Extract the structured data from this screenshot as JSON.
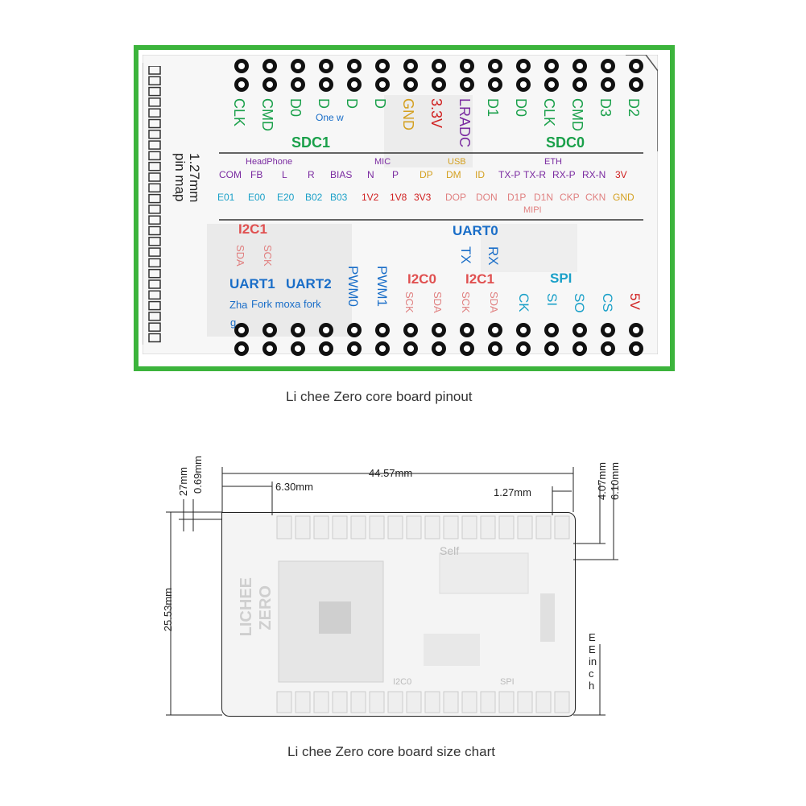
{
  "pinout": {
    "pin_map_label": "1.27mm\npin map",
    "top_pins": [
      {
        "label": "CLK",
        "color": "#1aa04a"
      },
      {
        "label": "CMD",
        "color": "#1aa04a"
      },
      {
        "label": "D0",
        "color": "#1aa04a"
      },
      {
        "label": "D",
        "color": "#1aa04a"
      },
      {
        "label": "D",
        "color": "#1aa04a"
      },
      {
        "label": "D",
        "color": "#1aa04a"
      },
      {
        "label": "GND",
        "color": "#d4a020"
      },
      {
        "label": "3.3V",
        "color": "#d02020"
      },
      {
        "label": "LRADC",
        "color": "#7a2aa0"
      },
      {
        "label": "D1",
        "color": "#1aa04a"
      },
      {
        "label": "D0",
        "color": "#1aa04a"
      },
      {
        "label": "CLK",
        "color": "#1aa04a"
      },
      {
        "label": "CMD",
        "color": "#1aa04a"
      },
      {
        "label": "D3",
        "color": "#1aa04a"
      },
      {
        "label": "D2",
        "color": "#1aa04a"
      }
    ],
    "one_w": "One w",
    "sdc1": "SDC1",
    "sdc0": "SDC0",
    "group_headers": {
      "headphone": "HeadPhone",
      "mic": "MIC",
      "usb": "USB",
      "eth": "ETH",
      "mipi": "MIPI"
    },
    "row1": [
      {
        "label": "COM",
        "color": "#7a2aa0"
      },
      {
        "label": "FB",
        "color": "#7a2aa0"
      },
      {
        "label": "L",
        "color": "#7a2aa0"
      },
      {
        "label": "R",
        "color": "#7a2aa0"
      },
      {
        "label": "BIAS",
        "color": "#7a2aa0"
      },
      {
        "label": "N",
        "color": "#7a2aa0"
      },
      {
        "label": "P",
        "color": "#7a2aa0"
      },
      {
        "label": "DP",
        "color": "#d4a020"
      },
      {
        "label": "DM",
        "color": "#d4a020"
      },
      {
        "label": "ID",
        "color": "#d4a020"
      },
      {
        "label": "TX-P",
        "color": "#7a2aa0"
      },
      {
        "label": "TX-R",
        "color": "#7a2aa0"
      },
      {
        "label": "RX-P",
        "color": "#7a2aa0"
      },
      {
        "label": "RX-N",
        "color": "#7a2aa0"
      },
      {
        "label": "3V",
        "color": "#d02020"
      }
    ],
    "row2": [
      {
        "label": "E01",
        "color": "#1aa0c8"
      },
      {
        "label": "E00",
        "color": "#1aa0c8"
      },
      {
        "label": "E20",
        "color": "#1aa0c8"
      },
      {
        "label": "B02",
        "color": "#1aa0c8"
      },
      {
        "label": "B03",
        "color": "#1aa0c8"
      },
      {
        "label": "1V2",
        "color": "#d02020"
      },
      {
        "label": "1V8",
        "color": "#d02020"
      },
      {
        "label": "3V3",
        "color": "#d02020"
      },
      {
        "label": "DOP",
        "color": "#e08080"
      },
      {
        "label": "DON",
        "color": "#e08080"
      },
      {
        "label": "D1P",
        "color": "#e08080"
      },
      {
        "label": "D1N",
        "color": "#e08080"
      },
      {
        "label": "CKP",
        "color": "#e08080"
      },
      {
        "label": "CKN",
        "color": "#e08080"
      },
      {
        "label": "GND",
        "color": "#d4a020"
      }
    ],
    "i2c1_left": "I2C1",
    "i2c1_left_pins": [
      "SDA",
      "SCK"
    ],
    "uart0": "UART0",
    "uart0_pins": [
      "TX",
      "RX"
    ],
    "uart1": "UART1",
    "uart2": "UART2",
    "pwm0": "PWM0",
    "pwm1": "PWM1",
    "i2c0": "I2C0",
    "i2c0_pins": [
      "SCK",
      "SDA"
    ],
    "i2c1": "I2C1",
    "i2c1_pins": [
      "SCK",
      "SDA"
    ],
    "spi": "SPI",
    "spi_pins": [
      "CK",
      "SI",
      "SO",
      "CS"
    ],
    "v5": "5V",
    "zha": "Zha",
    "g": "g",
    "fork": "Fork moxa fork",
    "caption": "Li chee Zero core board pinout"
  },
  "size_chart": {
    "width_total": "44.57mm",
    "offset_6_30": "6.30mm",
    "pitch": "1.27mm",
    "height_total": "25.53mm",
    "left_27": "27mm",
    "left_0_69": "0.69mm",
    "right_4_07": "4.07mm",
    "right_6_10": "6.10mm",
    "side_note_chars": [
      "E",
      "E",
      "in",
      "c",
      "h"
    ],
    "silk_lichee": "LICHEE",
    "silk_zero": "ZERO",
    "silk_self": "Self",
    "silk_i2c0": "I2C0",
    "silk_spi": "SPI",
    "caption": "Li chee Zero core board size chart"
  },
  "colors": {
    "frame": "#3cb43c",
    "title_blue": "#1a6ec8",
    "sdc_green": "#1aa04a",
    "red": "#d02020",
    "pink": "#e05050"
  }
}
